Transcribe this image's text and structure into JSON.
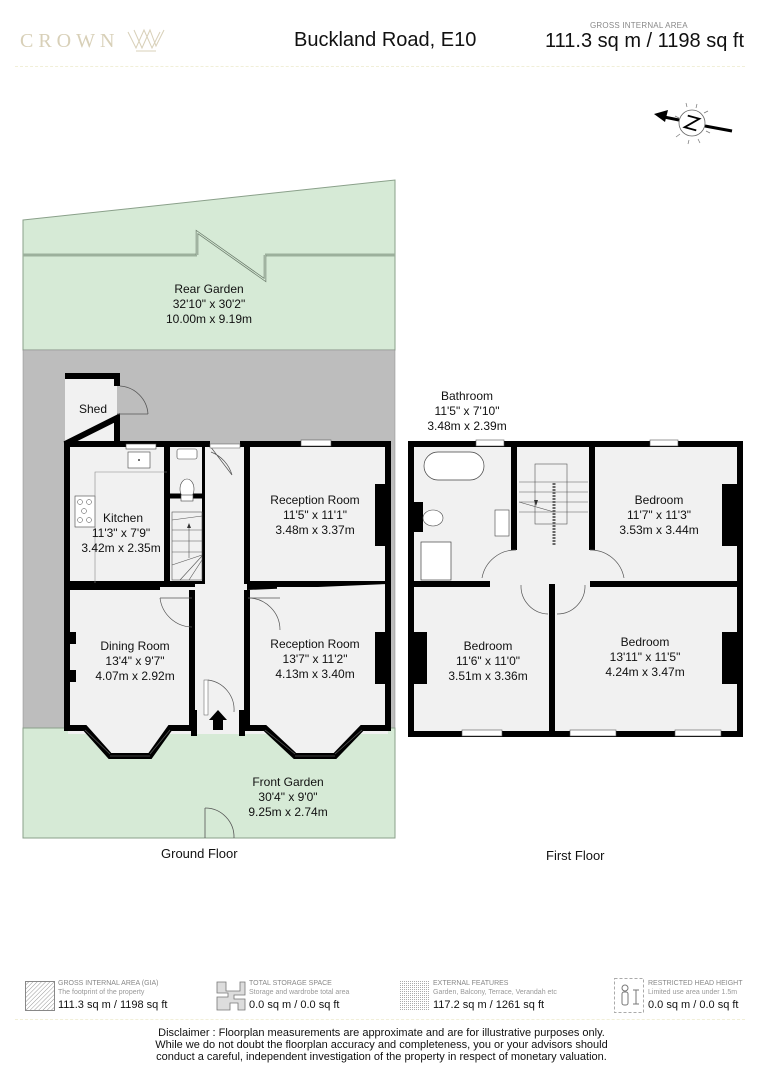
{
  "header": {
    "logo_text": "CROWN",
    "title": "Buckland Road, E10",
    "gia_label": "GROSS INTERNAL AREA",
    "gia_value": "111.3 sq m / 1198 sq ft"
  },
  "compass": {
    "icon": "north-compass-icon",
    "label": "N"
  },
  "ground_floor": {
    "label": "Ground Floor",
    "rooms": [
      {
        "name": "Rear Garden",
        "imperial": "32'10\" x 30'2\"",
        "metric": "10.00m x 9.19m"
      },
      {
        "name": "Shed"
      },
      {
        "name": "Kitchen",
        "imperial": "11'3\" x 7'9\"",
        "metric": "3.42m x 2.35m"
      },
      {
        "name": "Reception Room",
        "imperial": "11'5\" x 11'1\"",
        "metric": "3.48m x 3.37m"
      },
      {
        "name": "Dining Room",
        "imperial": "13'4\" x 9'7\"",
        "metric": "4.07m x 2.92m"
      },
      {
        "name": "Reception Room",
        "imperial": "13'7\" x 11'2\"",
        "metric": "4.13m x 3.40m"
      },
      {
        "name": "Front Garden",
        "imperial": "30'4\" x 9'0\"",
        "metric": "9.25m x 2.74m"
      }
    ]
  },
  "first_floor": {
    "label": "First Floor",
    "rooms": [
      {
        "name": "Bathroom",
        "imperial": "11'5\" x 7'10\"",
        "metric": "3.48m x 2.39m"
      },
      {
        "name": "Bedroom",
        "imperial": "11'7\" x 11'3\"",
        "metric": "3.53m x 3.44m"
      },
      {
        "name": "Bedroom",
        "imperial": "11'6\" x 11'0\"",
        "metric": "3.51m x 3.36m"
      },
      {
        "name": "Bedroom",
        "imperial": "13'11\" x 11'5\"",
        "metric": "4.24m x 3.47m"
      }
    ]
  },
  "legend": [
    {
      "icon": "gia-hatch-icon",
      "title": "GROSS INTERNAL AREA (GIA)",
      "subtitle": "The footprint of the property",
      "value": "111.3 sq m / 1198 sq ft"
    },
    {
      "icon": "storage-icon",
      "title": "TOTAL STORAGE SPACE",
      "subtitle": "Storage and wardrobe total area",
      "value": "0.0 sq m / 0.0 sq ft"
    },
    {
      "icon": "external-grid-icon",
      "title": "EXTERNAL FEATURES",
      "subtitle": "Garden, Balcony, Terrace, Verandah etc",
      "value": "117.2 sq m / 1261 sq ft"
    },
    {
      "icon": "restricted-height-icon",
      "title": "RESTRICTED HEAD HEIGHT",
      "subtitle": "Limited use area under 1.5m",
      "value": "0.0 sq m / 0.0 sq ft"
    }
  ],
  "disclaimer": [
    "Disclaimer : Floorplan measurements are approximate and are for illustrative purposes only.",
    "While we do not doubt the floorplan accuracy and completeness, you or your advisors should",
    "conduct a careful, independent investigation of the property in respect of monetary valuation."
  ],
  "colors": {
    "garden": "#d6ead6",
    "garden_border": "#8aa08a",
    "path": "#bdbdbd",
    "room_fill": "#f1f1f1",
    "wall": "#000000",
    "logo": "#d8d0b8",
    "dash": "#f1efd8"
  }
}
